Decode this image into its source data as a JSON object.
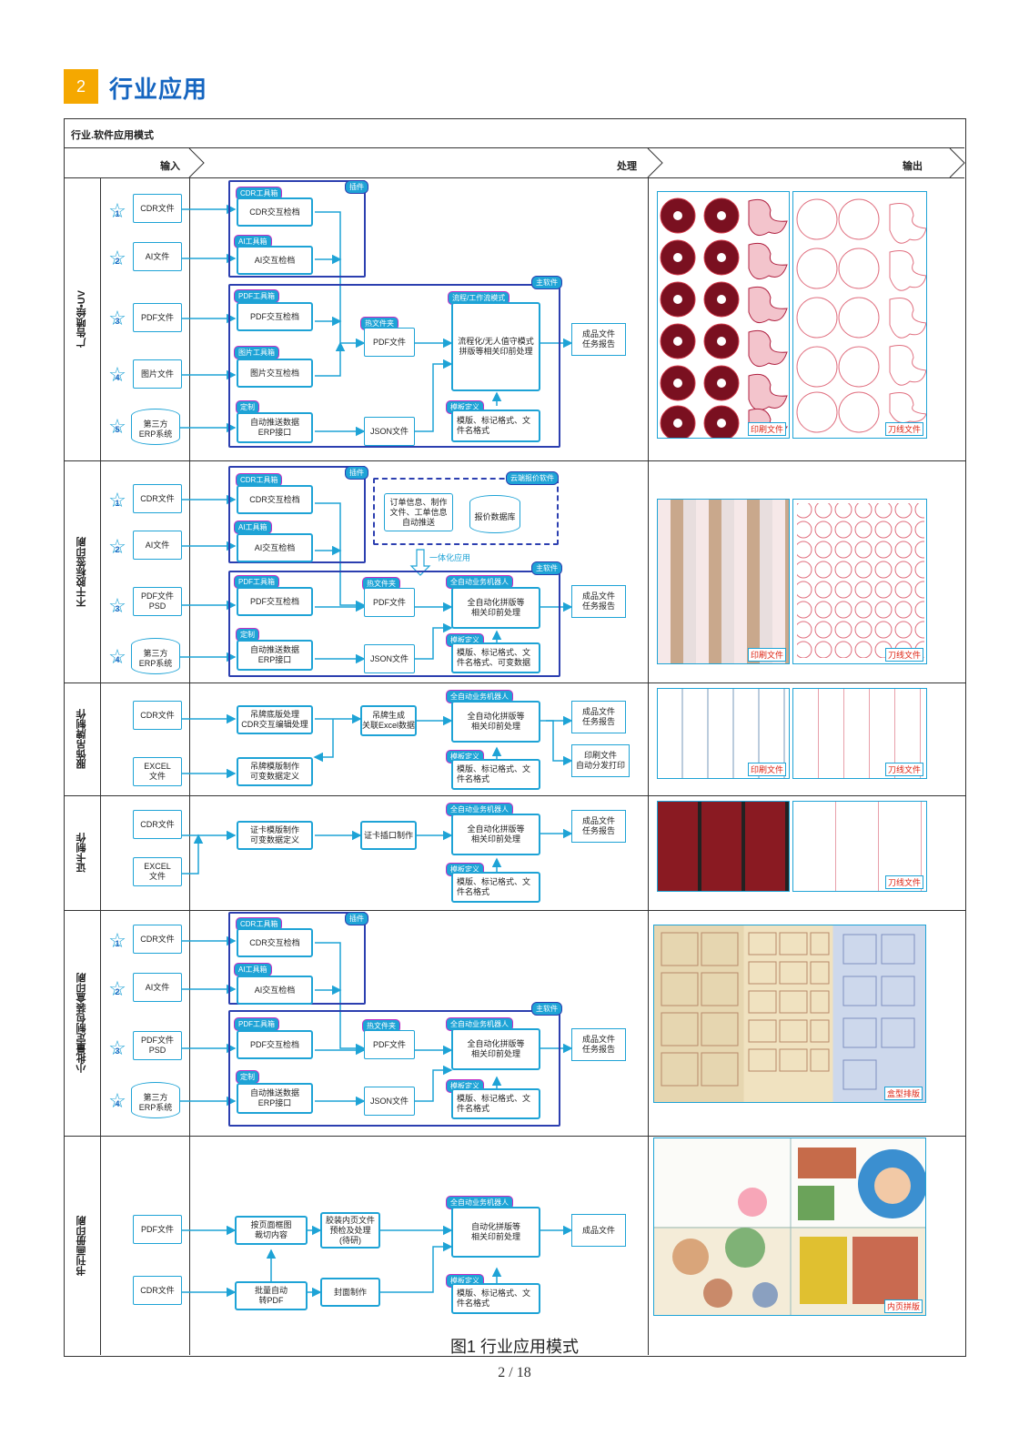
{
  "section": {
    "number": "2",
    "title": "行业应用"
  },
  "table": {
    "title": "行业.软件应用模式",
    "col_input": "输入",
    "col_process": "处理",
    "col_output": "输出"
  },
  "rows": {
    "r1": {
      "label": "广告喷绘•UV"
    },
    "r2": {
      "label": "不干胶标签印刷"
    },
    "r3": {
      "label": "服饰吊牌制作"
    },
    "r4": {
      "label": "证卡制作"
    },
    "r5": {
      "label": "小批量定制包装盒印刷"
    },
    "r6": {
      "label": "书刊画册印刷"
    }
  },
  "common": {
    "cdr_file": "CDR文件",
    "ai_file": "AI文件",
    "pdf_file": "PDF文件",
    "pdf_psd_1": "PDF文件",
    "pdf_psd_2": "PSD",
    "img_file": "图片文件",
    "third_1": "第三方",
    "third_2": "ERP系统",
    "excel_1": "EXCEL",
    "excel_2": "文件",
    "cdr_tool": "CDR工具箱",
    "ai_tool": "AI工具箱",
    "pdf_tool": "PDF工具箱",
    "img_tool": "图片工具箱",
    "custom": "定制",
    "plugin": "插件",
    "main_sw": "主软件",
    "file_watch": "热文件夹",
    "tpl_def": "模板定义",
    "cdr_check": "CDR交互检档",
    "ai_check": "AI交互检档",
    "pdf_check": "PDF交互检档",
    "img_check": "图片交互检档",
    "erp_1": "自动推送数据",
    "erp_2": "ERP接口",
    "pdf_out": "PDF文件",
    "json_out": "JSON文件",
    "out_1": "成品文件",
    "out_2": "任务报告",
    "print_label": "印刷文件",
    "cut_label": "刀线文件",
    "box_label": "盒型排版",
    "inner_label": "内页拼版",
    "robot": "全自动业务机器人",
    "auto_1": "全自动化拼版等",
    "auto_2": "相关印前处理",
    "tpl_1": "模版、标记格式、文",
    "tpl_2": "件名格式"
  },
  "r1": {
    "flow_tag": "流程/工作流模式",
    "proc_1": "流程化/无人值守模式",
    "proc_2": "拼版等相关印前处理"
  },
  "r2": {
    "quote_tag": "云端报价软件",
    "order_1": "订单信息、制作",
    "order_2": "文件、工单信息",
    "order_3": "自动推送",
    "quote_db": "报价数据库",
    "integrate": "一体化应用",
    "tpl_2": "件名格式、可变数据"
  },
  "r3": {
    "tag_1": "吊牌底版处理",
    "tag_2": "CDR交互编辑处理",
    "excel_1": "吊牌生成",
    "excel_2": "关联Excel数据",
    "mk_1": "吊牌模版制作",
    "mk_2": "可变数据定义",
    "print_1": "印刷文件",
    "print_2": "自动分发打印"
  },
  "r4": {
    "mk_1": "证卡模版制作",
    "mk_2": "可变数据定义",
    "insert": "证卡插口制作"
  },
  "r6": {
    "crop_1": "按页面框图",
    "crop_2": "裁切内容",
    "bind_1": "胶装内页文件",
    "bind_2": "预检及处理",
    "bind_3": "(待研)",
    "batch_1": "批量自动",
    "batch_2": "转PDF",
    "cover": "封面制作",
    "auto_1": "自动化拼版等",
    "auto_2": "相关印前处理",
    "final": "成品文件"
  },
  "caption": "图1  行业应用模式",
  "page_number": "2 / 18",
  "colors": {
    "accent": "#1ea3d6",
    "group": "#2c3fb0",
    "tag_border": "#c42cc4",
    "badge": "#f5a800",
    "title": "#1565c0"
  }
}
